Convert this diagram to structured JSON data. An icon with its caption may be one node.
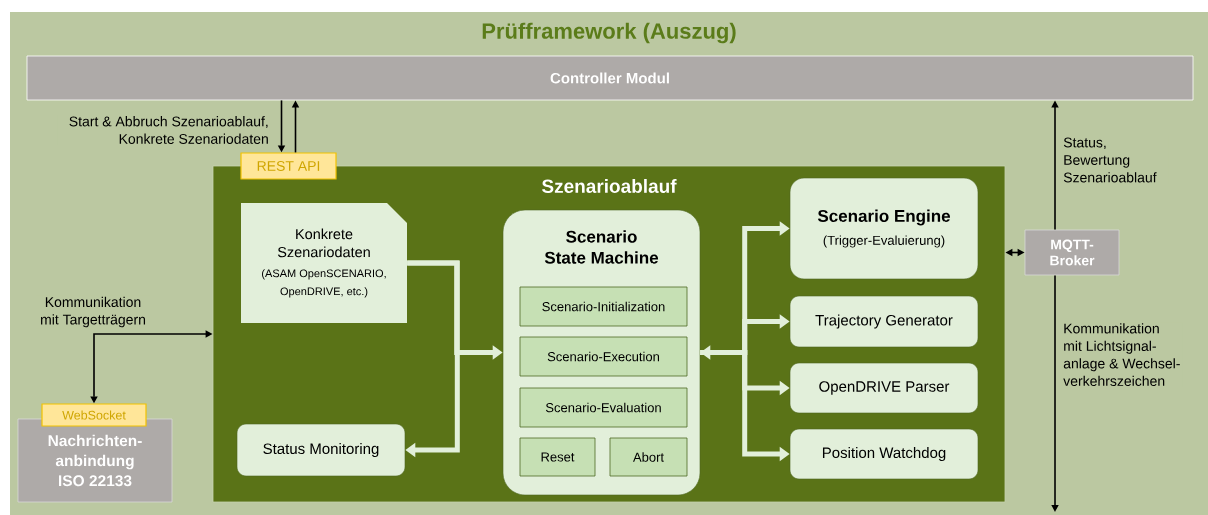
{
  "diagram": {
    "nodes": [
      {
        "text": [
          "Prüfframework (Auszug)"
        ]
      },
      {
        "text": [
          "Controller Modul"
        ],
        "in": 0
      },
      {
        "text": [
          "REST API"
        ],
        "in": 0
      },
      {
        "text": [
          "Szenarioablauf"
        ],
        "in": 0
      },
      {
        "text": [
          "Konkrete Szenariodaten",
          "(ASAM OpenSCENARIO, OpenDRIVE, etc.)"
        ],
        "in": 3
      },
      {
        "text": [
          "Scenario State Machine"
        ],
        "in": 3
      },
      {
        "text": [
          "Scenario-Initialization"
        ],
        "in": 5
      },
      {
        "text": [
          "Scenario-Execution"
        ],
        "in": 5
      },
      {
        "text": [
          "Scenario-Evaluation"
        ],
        "in": 5
      },
      {
        "text": [
          "Reset"
        ],
        "in": 5
      },
      {
        "text": [
          "Abort"
        ],
        "in": 5
      },
      {
        "text": [
          "Status Monitoring"
        ],
        "in": 3
      },
      {
        "text": [
          "Scenario Engine",
          "(Trigger-Evaluierung)"
        ],
        "in": 3
      },
      {
        "text": [
          "Trajectory Generator"
        ],
        "in": 3
      },
      {
        "text": [
          "OpenDRIVE Parser"
        ],
        "in": 3
      },
      {
        "text": [
          "Position Watchdog"
        ],
        "in": 3
      },
      {
        "text": [
          "MQTT- Broker"
        ],
        "in": 0
      },
      {
        "text": [
          "WebSocket"
        ],
        "in": 0
      },
      {
        "text": [
          "Nachrichten- anbindung ISO 22133"
        ],
        "in": 0
      }
    ],
    "edges": [
      {
        "from": 1,
        "to": 2,
        "arrow": "to",
        "label": "Start & Abbruch Szenarioablauf, Konkrete Szenariodaten"
      },
      {
        "from": 2,
        "to": 1,
        "arrow": "to"
      },
      {
        "from": 16,
        "to": 1,
        "arrow": "to",
        "label": "Status, Bewertung Szenarioablauf"
      },
      {
        "from": 3,
        "to": 16,
        "arrow": "both"
      },
      {
        "from": 16,
        "to": null,
        "arrow": "to",
        "label": "Kommunikation mit Lichtsignal- anlage & Wechsel- verkehrszeichen"
      },
      {
        "from": 17,
        "to": 3,
        "arrow": "both",
        "label": "Kommunikation mit Targetträgern"
      },
      {
        "from": 4,
        "to": 5,
        "arrow": "to",
        "style": "thick",
        "color": "#e2efda"
      },
      {
        "from": 4,
        "to": 11,
        "arrow": "to",
        "style": "thick",
        "color": "#e2efda"
      },
      {
        "from": 5,
        "to": 12,
        "arrow": "both",
        "style": "thick",
        "color": "#e2efda"
      },
      {
        "from": 5,
        "to": 13,
        "arrow": "to",
        "style": "thick",
        "color": "#e2efda"
      },
      {
        "from": 5,
        "to": 14,
        "arrow": "to",
        "style": "thick",
        "color": "#e2efda"
      },
      {
        "from": 5,
        "to": 15,
        "arrow": "to",
        "style": "thick",
        "color": "#e2efda"
      }
    ]
  }
}
